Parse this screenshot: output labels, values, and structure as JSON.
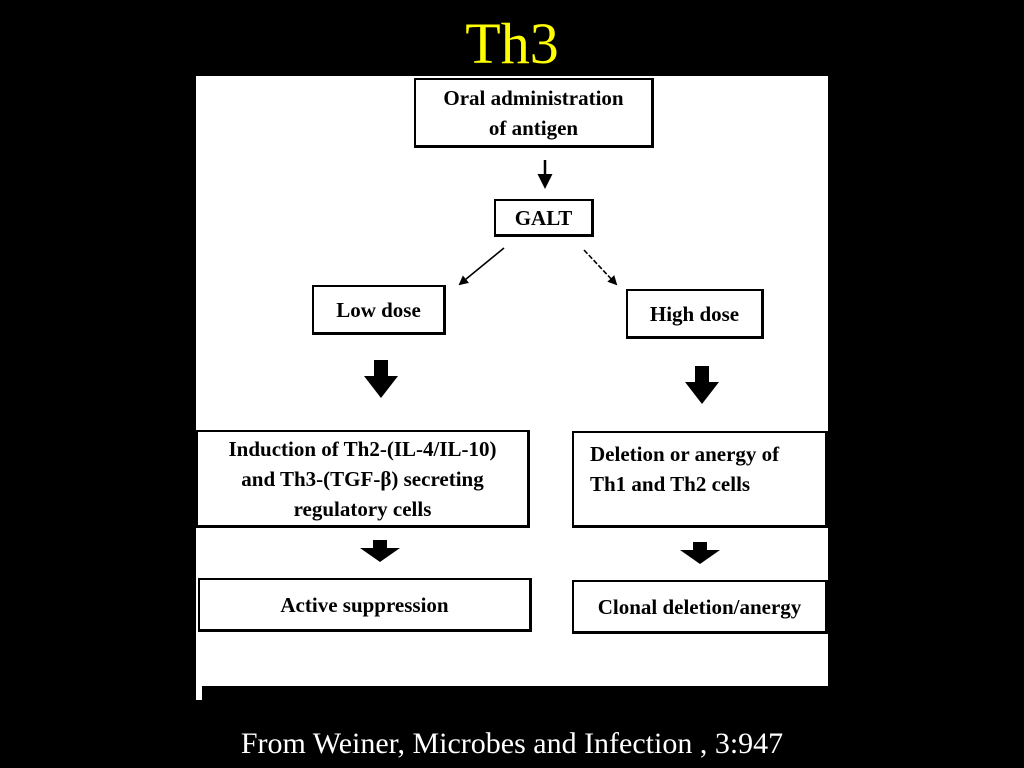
{
  "slide": {
    "title": "Th3",
    "caption": "From Weiner, Microbes and Infection , 3:947"
  },
  "diagram": {
    "nodes": {
      "oral": "Oral administration\nof antigen",
      "galt": "GALT",
      "low_dose": "Low dose",
      "high_dose": "High dose",
      "induction": "Induction of Th2-(IL-4/IL-10)\nand Th3-(TGF-β) secreting\nregulatory cells",
      "deletion": "Deletion or anergy of\nTh1 and Th2 cells",
      "active_suppression": "Active suppression",
      "clonal_deletion": "Clonal deletion/anergy"
    },
    "edges": [
      {
        "from": "oral",
        "to": "galt",
        "style": "thin"
      },
      {
        "from": "galt",
        "to": "low_dose",
        "style": "thin"
      },
      {
        "from": "galt",
        "to": "high_dose",
        "style": "thin"
      },
      {
        "from": "low_dose",
        "to": "induction",
        "style": "block"
      },
      {
        "from": "high_dose",
        "to": "deletion",
        "style": "block"
      },
      {
        "from": "induction",
        "to": "active_suppression",
        "style": "block"
      },
      {
        "from": "deletion",
        "to": "clonal_deletion",
        "style": "block"
      }
    ]
  },
  "colors": {
    "background": "#000000",
    "title": "#ffff00",
    "caption": "#ffffff",
    "figure": "#ffffff",
    "ink": "#000000"
  }
}
